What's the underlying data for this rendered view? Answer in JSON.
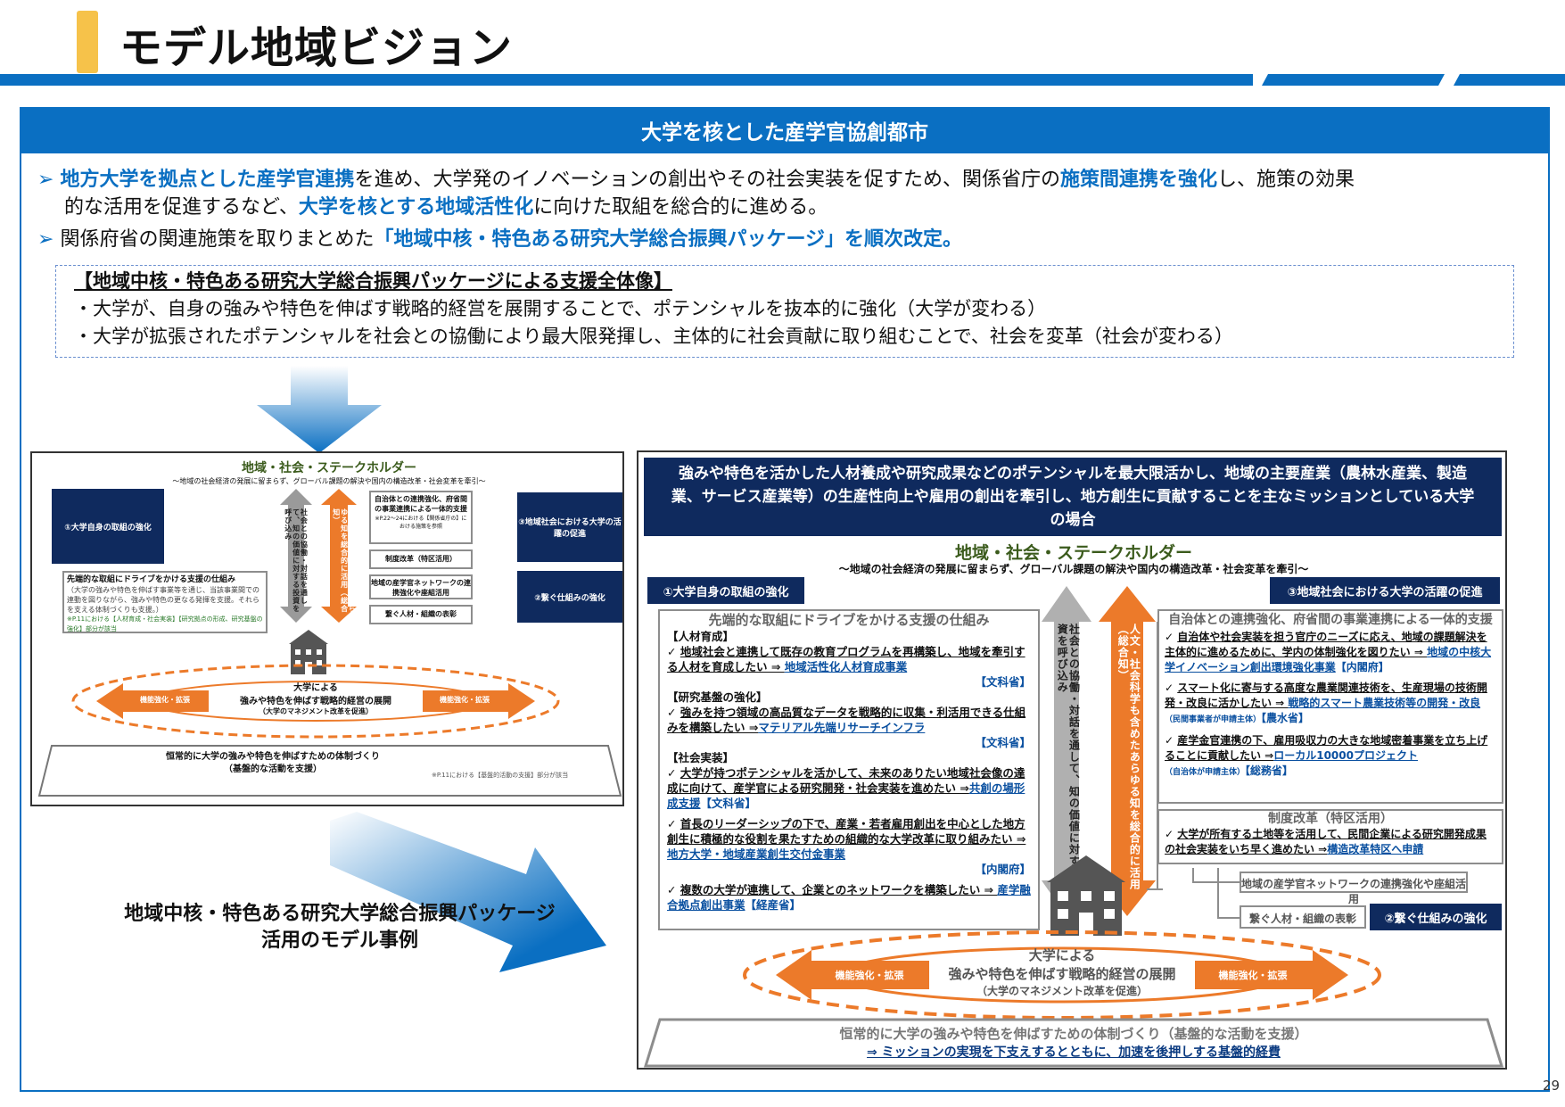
{
  "header": {
    "title": "モデル地域ビジョン"
  },
  "section": {
    "title": "大学を核とした産学官協創都市"
  },
  "bullets": [
    {
      "b1": "地方大学を拠点とした産学官連携",
      "t1": "を進め、大学発のイノベーションの創出やその社会実装を促すため、関係省庁の",
      "b2": "施策間連携を強化",
      "t2": "し、施策の効果",
      "t3": "的な活用を促進するなど、",
      "b3": "大学を核とする地域活性化",
      "t4": "に向けた取組を総合的に進める。"
    },
    {
      "t1": "関係府省の関連施策を取りまとめた",
      "b1": "「地域中核・特色ある研究大学総合振興パッケージ」を順次改定。"
    }
  ],
  "support_box": {
    "title": "【地域中核・特色ある研究大学総合振興パッケージによる支援全体像】",
    "lines": [
      "・大学が、自身の強みや特色を伸ばす戦略的経営を展開することで、ポテンシャルを抜本的に強化（大学が変わる）",
      "・大学が拡張されたポテンシャルを社会との協働により最大限発揮し、主体的に社会貢献に取り組むことで、社会を変革（社会が変わる）"
    ]
  },
  "model_label": {
    "line1": "地域中核・特色ある研究大学総合振興パッケージ",
    "line2": "活用のモデル事例"
  },
  "left_diagram": {
    "stakeholder": "地域・社会・ステークホルダー",
    "stakeholder_sub": "～地域の社会経済の発展に留まらず、グローバル課題の解決や国内の構造改革・社会変革を牽引～",
    "box1": "①大学自身の取組の強化",
    "box3": "③地域社会における大学の活躍の促進",
    "box2": "②繋ぐ仕組みの強化",
    "gray_arrow": "社会との協働・対話を通して、知の価値に対する投資を呼び込み",
    "orange_arrow": "人文・社会科学も含めたあらゆる知を総合的に活用（総合知）",
    "mid1": "自治体との連携強化、府省間の事業連携による一体的支援",
    "mid1_note": "※P.22～24における【関係省庁の】における施策を参照",
    "mid2": "制度改革（特区活用）",
    "mid3": "地域の産学官ネットワークの連携強化や座組活用",
    "mid4": "繋ぐ人材・組織の表彰",
    "support_title": "先端的な取組にドライブをかける支援の仕組み",
    "support_text": "（大学の強みや特色を伸ばす事業等を通じ、当該事業間での連動を図りながら、強みや特色の更なる発揮を支援。それらを支える体制づくりも支援。）",
    "support_note_a": "※P.11における【人材育成・社会実装】【研究拠点の形成、研究基盤の強化】部分が該当",
    "ellipse_center": "大学による",
    "ellipse_main": "強みや特色を伸ばす戦略的経営の展開",
    "ellipse_sub": "（大学のマネジメント改革を促進）",
    "arrow_l": "機能強化・拡張",
    "arrow_r": "機能強化・拡張",
    "base": "恒常的に大学の強みや特色を伸ばすための体制づくり",
    "base2": "（基盤的な活動を支援）",
    "base_note": "※P.11における【基盤的活動の支援】部分が該当"
  },
  "right_diagram": {
    "banner": "強みや特色を活かした人材養成や研究成果などのポテンシャルを最大限活かし、地域の主要産業（農林水産業、製造業、サービス産業等）の生産性向上や雇用の創出を牽引し、地方創生に貢献することを主なミッションとしている大学の場合",
    "stakeholder": "地域・社会・ステークホルダー",
    "stakeholder_sub": "～地域の社会経済の発展に留まらず、グローバル課題の解決や国内の構造改革・社会変革を牽引～",
    "box1": "①大学自身の取組の強化",
    "box3": "③地域社会における大学の活躍の促進",
    "box2": "②繋ぐ仕組みの強化",
    "gray_arrow": "社会との協働・対話を通して、知の価値に対する投資を呼び込み",
    "orange_arrow": "人文・社会科学も含めたあらゆる知を総合的に活用（総合知）",
    "left_panel": {
      "title": "先端的な取組にドライブをかける支援の仕組み",
      "groups": [
        {
          "head": "【人材育成】",
          "items": [
            {
              "text": "地域社会と連携して既存の教育プログラムを再構築し、地域を牽引する人材を育成したい ⇒ ",
              "link": "地域活性化人材育成事業",
              "ministry": "【文科省】"
            }
          ]
        },
        {
          "head": "【研究基盤の強化】",
          "items": [
            {
              "text": "強みを持つ領域の高品質なデータを戦略的に収集・利活用できる仕組みを構築したい ⇒",
              "link": "マテリアル先端リサーチインフラ",
              "ministry": "【文科省】"
            }
          ]
        },
        {
          "head": "【社会実装】",
          "items": [
            {
              "text": "大学が持つポテンシャルを活かして、未来のありたい地域社会像の達成に向けて、産学官による研究開発・社会実装を進めたい ⇒",
              "link": "共創の場形成支援",
              "ministry": "【文科省】"
            },
            {
              "text": "首長のリーダーシップの下で、産業・若者雇用創出を中心とした地方創生に積極的な役割を果たすための組織的な大学改革に取り組みたい ⇒",
              "link": "地方大学・地域産業創生交付金事業",
              "ministry": "【内閣府】"
            },
            {
              "text": "複数の大学が連携して、企業とのネットワークを構築したい ⇒ ",
              "link": "産学融合拠点創出事業",
              "ministry": "【経産省】"
            }
          ]
        }
      ]
    },
    "right_panel": {
      "title": "自治体との連携強化、府省間の事業連携による一体的支援",
      "items": [
        {
          "text": "自治体や社会実装を担う官庁のニーズに応え、地域の課題解決を主体的に進めるために、学内の体制強化を図りたい ⇒ ",
          "link": "地域の中核大学イノベーション創出環境強化事業",
          "ministry": "【内閣府】"
        },
        {
          "text": "スマート化に寄与する高度な農業関連技術を、生産現場の技術開発・改良に活かしたい ⇒ ",
          "link": "戦略的スマート農業技術等の開発・改良",
          "note": "（民間事業者が申請主体）",
          "ministry": "【農水省】"
        },
        {
          "text": "産学金官連携の下、雇用吸収力の大きな地域密着事業を立ち上げることに貢献したい ⇒",
          "link": "ローカル10000プロジェクト",
          "note": "（自治体が申請主体）",
          "ministry": "【総務省】"
        }
      ]
    },
    "reform": {
      "title": "制度改革（特区活用）",
      "text": "大学が所有する土地等を活用して、民間企業による研究開発成果の社会実装をいち早く進めたい ⇒",
      "link": "構造改革特区へ申請"
    },
    "network": "地域の産学官ネットワークの連携強化や座組活用",
    "award": "繋ぐ人材・組織の表彰",
    "ellipse_center": "大学による",
    "ellipse_main": "強みや特色を伸ばす戦略的経営の展開",
    "ellipse_sub": "（大学のマネジメント改革を促進）",
    "arrow_l": "機能強化・拡張",
    "arrow_r": "機能強化・拡張",
    "base": "恒常的に大学の強みや特色を伸ばすための体制づくり（基盤的な活動を支援）",
    "base2": "⇒ ミッションの実現を下支えするとともに、加速を後押しする基盤的経費"
  },
  "page_number": "29",
  "colors": {
    "primary": "#0a6fc2",
    "navy": "#0f2a5e",
    "orange": "#ec7a2a",
    "accent_yellow": "#f6c24a"
  }
}
